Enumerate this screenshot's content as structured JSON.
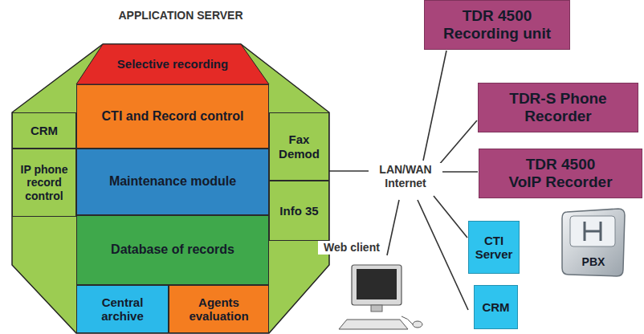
{
  "diagram": {
    "nodes": [
      {
        "text": [
          "APPLICATION SERVER"
        ]
      },
      {
        "text": [
          "Selective recording"
        ],
        "in": 0
      },
      {
        "text": [
          "CRM"
        ],
        "in": 0
      },
      {
        "text": [
          "CTI and Record control"
        ],
        "in": 0
      },
      {
        "text": [
          "Fax Demod"
        ],
        "in": 0
      },
      {
        "text": [
          "IP phone record control"
        ],
        "in": 0
      },
      {
        "text": [
          "Maintenance module"
        ],
        "in": 0
      },
      {
        "text": [
          "Info 35"
        ],
        "in": 0
      },
      {
        "text": [
          "Database of records"
        ],
        "in": 0
      },
      {
        "text": [
          "Central archive"
        ],
        "in": 0
      },
      {
        "text": [
          "Agents evaluation"
        ],
        "in": 0
      },
      {
        "text": [
          "TDR 4500 Recording unit"
        ]
      },
      {
        "text": [
          "TDR-S Phone Recorder"
        ]
      },
      {
        "text": [
          "TDR 4500 VoIP Recorder"
        ]
      },
      {
        "text": [
          "CTI Server"
        ]
      },
      {
        "text": [
          "PBX"
        ]
      },
      {
        "text": [
          "CRM"
        ]
      }
    ],
    "labels": [
      "LAN/WAN Internet",
      "Web client"
    ]
  }
}
